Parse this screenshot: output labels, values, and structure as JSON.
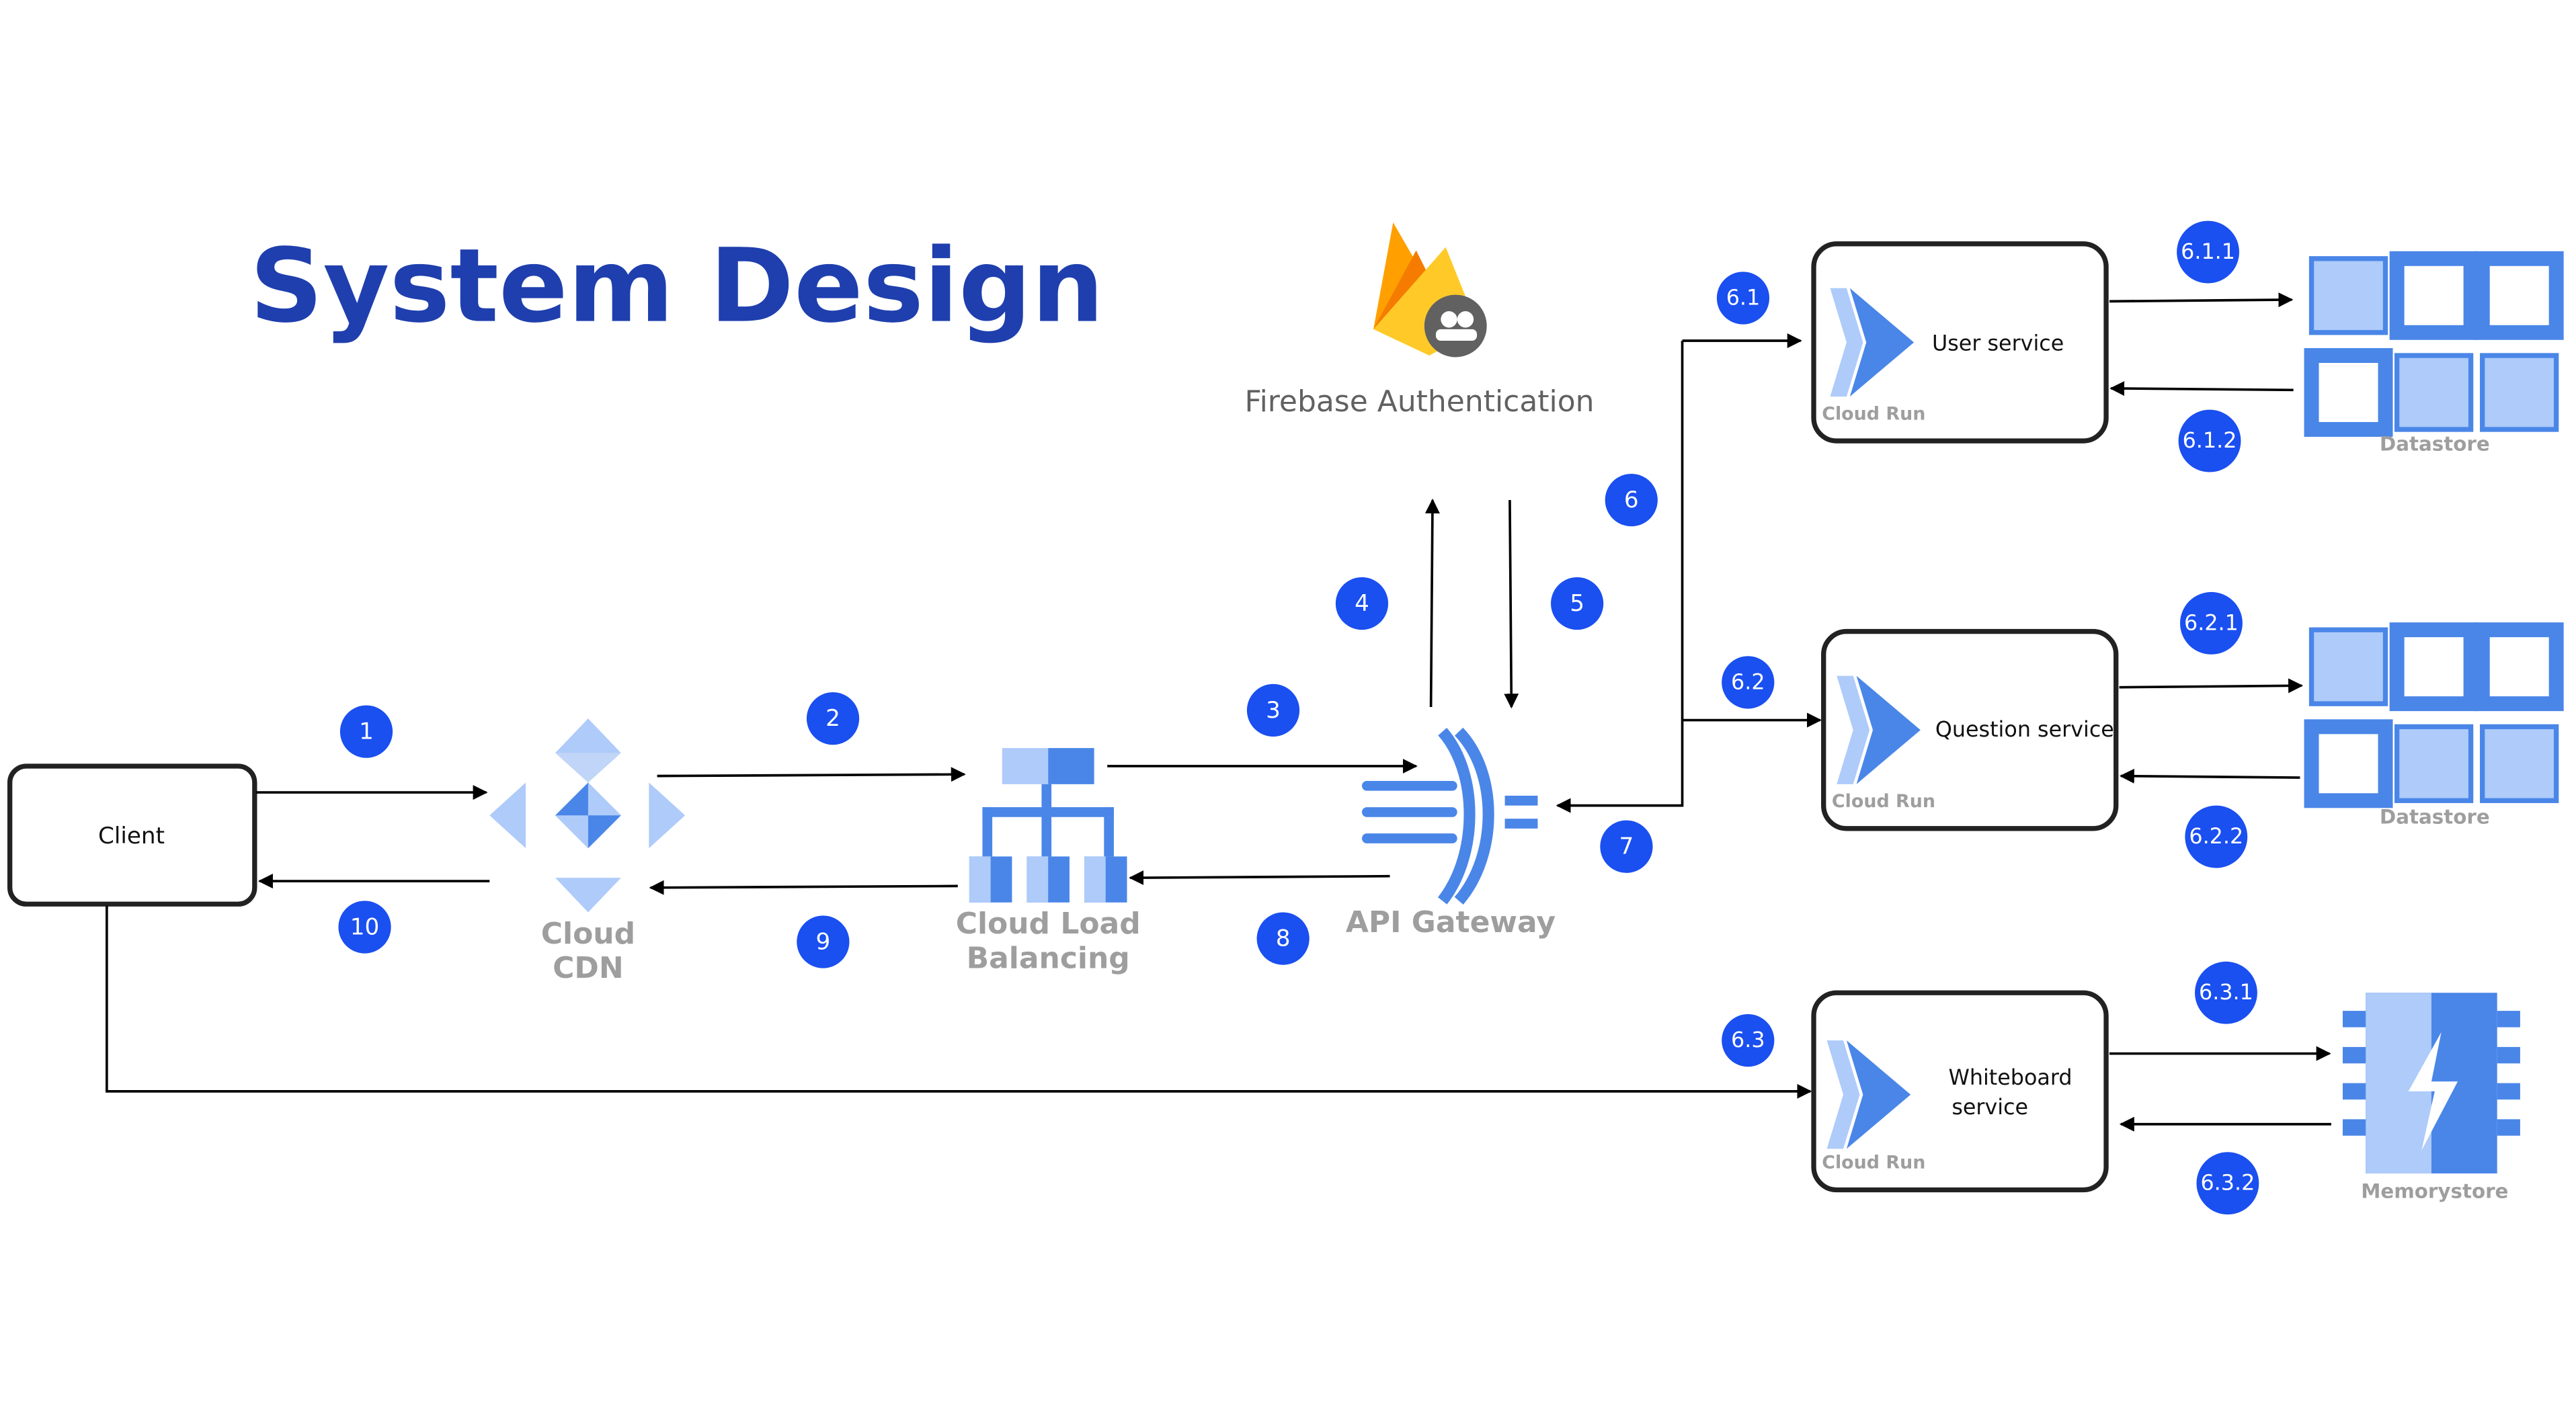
{
  "title": "System Design",
  "client_label": "Client",
  "icons": {
    "cdn": {
      "line1": "Cloud",
      "line2": "CDN"
    },
    "load_balancing": {
      "line1": "Cloud Load",
      "line2": "Balancing"
    },
    "api_gateway": {
      "label": "API Gateway"
    },
    "firebase": {
      "label": "Firebase Authentication"
    },
    "datastore_1": {
      "label": "Datastore"
    },
    "datastore_2": {
      "label": "Datastore"
    },
    "memorystore": {
      "label": "Memorystore"
    }
  },
  "services": [
    {
      "line1": "User service",
      "line2": "",
      "runtime": "Cloud Run"
    },
    {
      "line1": "Question service",
      "line2": "",
      "runtime": "Cloud Run"
    },
    {
      "line1": "Whiteboard",
      "line2": "service",
      "runtime": "Cloud Run"
    }
  ],
  "steps": {
    "s1": "1",
    "s2": "2",
    "s3": "3",
    "s4": "4",
    "s5": "5",
    "s6": "6",
    "s7": "7",
    "s8": "8",
    "s9": "9",
    "s10": "10",
    "s6_1": "6.1",
    "s6_2": "6.2",
    "s6_3": "6.3",
    "s6_1_1": "6.1.1",
    "s6_1_2": "6.1.2",
    "s6_2_1": "6.2.1",
    "s6_2_2": "6.2.2",
    "s6_3_1": "6.3.1",
    "s6_3_2": "6.3.2"
  },
  "colors": {
    "badge": "#1a4ff0",
    "title": "#1f3fae",
    "icon_blue_dark": "#4a86e8",
    "icon_blue_light": "#aecbfa",
    "label_gray": "#9e9e9e"
  }
}
